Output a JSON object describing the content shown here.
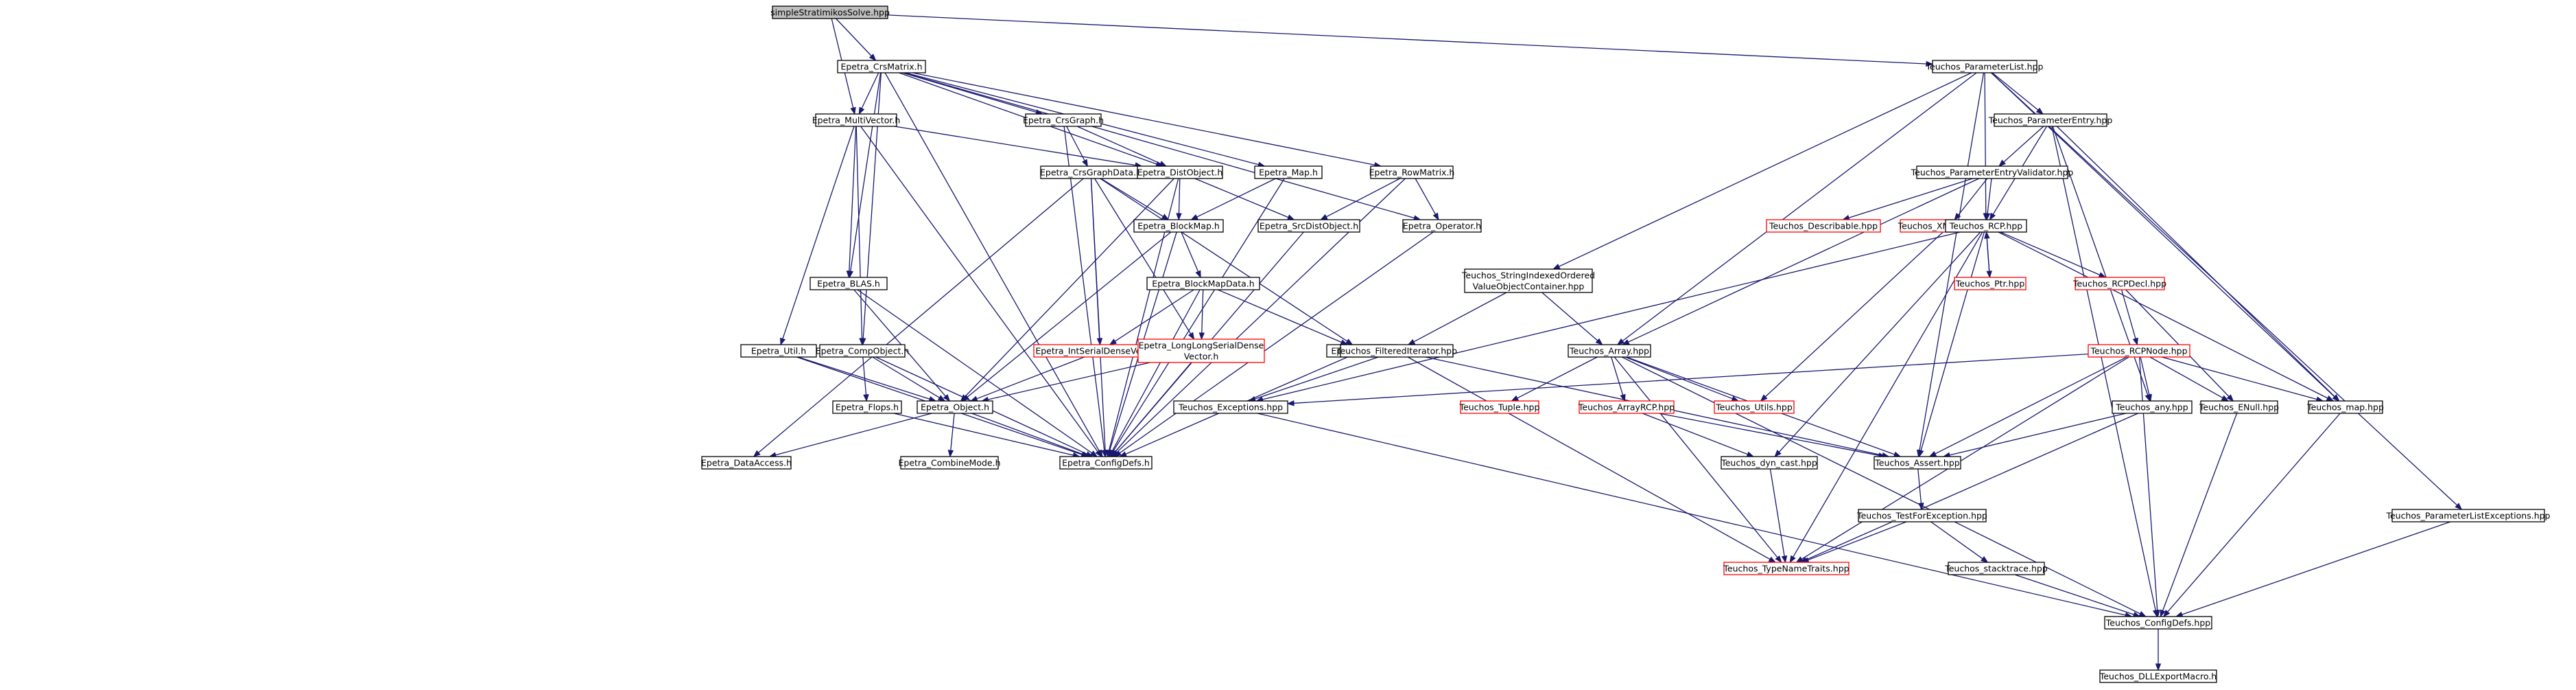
{
  "graph": {
    "nodes": [
      {
        "id": "root",
        "label": "simpleStratimikosSolve.hpp",
        "style": "root"
      },
      {
        "id": "crsmatrix",
        "label": "Epetra_CrsMatrix.h"
      },
      {
        "id": "paramlist",
        "label": "Teuchos_ParameterList.hpp"
      },
      {
        "id": "multivector",
        "label": "Epetra_MultiVector.h"
      },
      {
        "id": "crsgraph",
        "label": "Epetra_CrsGraph.h"
      },
      {
        "id": "crsgraphdata",
        "label": "Epetra_CrsGraphData.h"
      },
      {
        "id": "distobject",
        "label": "Epetra_DistObject.h"
      },
      {
        "id": "map",
        "label": "Epetra_Map.h"
      },
      {
        "id": "rowmatrix",
        "label": "Epetra_RowMatrix.h"
      },
      {
        "id": "blockmap",
        "label": "Epetra_BlockMap.h"
      },
      {
        "id": "srcdistobject",
        "label": "Epetra_SrcDistObject.h"
      },
      {
        "id": "operator",
        "label": "Epetra_Operator.h"
      },
      {
        "id": "blas",
        "label": "Epetra_BLAS.h"
      },
      {
        "id": "blockmapdata",
        "label": "Epetra_BlockMapData.h"
      },
      {
        "id": "util",
        "label": "Epetra_Util.h"
      },
      {
        "id": "compobject",
        "label": "Epetra_CompObject.h"
      },
      {
        "id": "intserial",
        "label": "Epetra_IntSerialDenseVector.h",
        "style": "red"
      },
      {
        "id": "longlong",
        "label": [
          "Epetra_LongLongSerialDense",
          "Vector.h"
        ],
        "style": "red"
      },
      {
        "id": "data",
        "label": "Epetra_Data.h"
      },
      {
        "id": "flops",
        "label": "Epetra_Flops.h"
      },
      {
        "id": "object",
        "label": "Epetra_Object.h"
      },
      {
        "id": "dataaccess",
        "label": "Epetra_DataAccess.h"
      },
      {
        "id": "combinemode",
        "label": "Epetra_CombineMode.h"
      },
      {
        "id": "configdefs_e",
        "label": "Epetra_ConfigDefs.h"
      },
      {
        "id": "paramentry",
        "label": "Teuchos_ParameterEntry.hpp"
      },
      {
        "id": "entryvalidator",
        "label": "Teuchos_ParameterEntryValidator.hpp"
      },
      {
        "id": "describable",
        "label": "Teuchos_Describable.hpp",
        "style": "red"
      },
      {
        "id": "xmlobject",
        "label": "Teuchos_XMLObject.hpp",
        "style": "red"
      },
      {
        "id": "rcp",
        "label": "Teuchos_RCP.hpp"
      },
      {
        "id": "stringindexed",
        "label": [
          "Teuchos_StringIndexedOrdered",
          "ValueObjectContainer.hpp"
        ]
      },
      {
        "id": "ptr",
        "label": "Teuchos_Ptr.hpp",
        "style": "red"
      },
      {
        "id": "rcpdecl",
        "label": "Teuchos_RCPDecl.hpp",
        "style": "red"
      },
      {
        "id": "filtered",
        "label": "Teuchos_FilteredIterator.hpp"
      },
      {
        "id": "array",
        "label": "Teuchos_Array.hpp"
      },
      {
        "id": "rcpnode",
        "label": "Teuchos_RCPNode.hpp",
        "style": "red"
      },
      {
        "id": "exceptions",
        "label": "Teuchos_Exceptions.hpp"
      },
      {
        "id": "tuple",
        "label": "Teuchos_Tuple.hpp",
        "style": "red"
      },
      {
        "id": "arrayrcp",
        "label": "Teuchos_ArrayRCP.hpp",
        "style": "red"
      },
      {
        "id": "utils",
        "label": "Teuchos_Utils.hpp",
        "style": "red"
      },
      {
        "id": "any",
        "label": "Teuchos_any.hpp"
      },
      {
        "id": "enull",
        "label": "Teuchos_ENull.hpp"
      },
      {
        "id": "tmap",
        "label": "Teuchos_map.hpp"
      },
      {
        "id": "dyncast",
        "label": "Teuchos_dyn_cast.hpp"
      },
      {
        "id": "assert",
        "label": "Teuchos_Assert.hpp"
      },
      {
        "id": "testforexc",
        "label": "Teuchos_TestForException.hpp"
      },
      {
        "id": "plexceptions",
        "label": "Teuchos_ParameterListExceptions.hpp"
      },
      {
        "id": "typenametraits",
        "label": "Teuchos_TypeNameTraits.hpp",
        "style": "red"
      },
      {
        "id": "stacktrace",
        "label": "Teuchos_stacktrace.hpp"
      },
      {
        "id": "configdefs_t",
        "label": "Teuchos_ConfigDefs.hpp"
      },
      {
        "id": "dllexport",
        "label": "Teuchos_DLLExportMacro.h"
      }
    ],
    "edges": [
      [
        "root",
        "crsmatrix"
      ],
      [
        "root",
        "paramlist"
      ],
      [
        "root",
        "multivector"
      ],
      [
        "crsmatrix",
        "multivector"
      ],
      [
        "crsmatrix",
        "crsgraph"
      ],
      [
        "crsmatrix",
        "distobject"
      ],
      [
        "crsmatrix",
        "map"
      ],
      [
        "crsmatrix",
        "rowmatrix"
      ],
      [
        "crsmatrix",
        "operator"
      ],
      [
        "crsmatrix",
        "blas"
      ],
      [
        "crsmatrix",
        "compobject"
      ],
      [
        "crsmatrix",
        "configdefs_e"
      ],
      [
        "multivector",
        "distobject"
      ],
      [
        "multivector",
        "blas"
      ],
      [
        "multivector",
        "util"
      ],
      [
        "multivector",
        "compobject"
      ],
      [
        "multivector",
        "configdefs_e"
      ],
      [
        "crsgraph",
        "crsgraphdata"
      ],
      [
        "crsgraph",
        "distobject"
      ],
      [
        "crsgraph",
        "configdefs_e"
      ],
      [
        "crsgraphdata",
        "blockmap"
      ],
      [
        "crsgraphdata",
        "intserial"
      ],
      [
        "crsgraphdata",
        "longlong"
      ],
      [
        "crsgraphdata",
        "data"
      ],
      [
        "crsgraphdata",
        "dataaccess"
      ],
      [
        "crsgraphdata",
        "configdefs_e"
      ],
      [
        "distobject",
        "blockmap"
      ],
      [
        "distobject",
        "srcdistobject"
      ],
      [
        "distobject",
        "object"
      ],
      [
        "distobject",
        "configdefs_e"
      ],
      [
        "map",
        "blockmap"
      ],
      [
        "map",
        "configdefs_e"
      ],
      [
        "rowmatrix",
        "srcdistobject"
      ],
      [
        "rowmatrix",
        "operator"
      ],
      [
        "rowmatrix",
        "configdefs_e"
      ],
      [
        "blockmap",
        "blockmapdata"
      ],
      [
        "blockmap",
        "object"
      ],
      [
        "blockmap",
        "configdefs_e"
      ],
      [
        "srcdistobject",
        "configdefs_e"
      ],
      [
        "operator",
        "configdefs_e"
      ],
      [
        "blas",
        "object"
      ],
      [
        "blas",
        "configdefs_e"
      ],
      [
        "blockmapdata",
        "intserial"
      ],
      [
        "blockmapdata",
        "longlong"
      ],
      [
        "blockmapdata",
        "data"
      ],
      [
        "blockmapdata",
        "configdefs_e"
      ],
      [
        "util",
        "object"
      ],
      [
        "util",
        "configdefs_e"
      ],
      [
        "compobject",
        "flops"
      ],
      [
        "compobject",
        "object"
      ],
      [
        "compobject",
        "configdefs_e"
      ],
      [
        "intserial",
        "object"
      ],
      [
        "longlong",
        "object"
      ],
      [
        "longlong",
        "configdefs_e"
      ],
      [
        "data",
        "configdefs_e"
      ],
      [
        "flops",
        "configdefs_e"
      ],
      [
        "object",
        "dataaccess"
      ],
      [
        "object",
        "combinemode"
      ],
      [
        "object",
        "configdefs_e"
      ],
      [
        "paramlist",
        "paramentry"
      ],
      [
        "paramlist",
        "rcp"
      ],
      [
        "paramlist",
        "stringindexed"
      ],
      [
        "paramlist",
        "array"
      ],
      [
        "paramlist",
        "tmap"
      ],
      [
        "paramlist",
        "assert"
      ],
      [
        "paramlist",
        "plexceptions"
      ],
      [
        "paramentry",
        "entryvalidator"
      ],
      [
        "paramentry",
        "rcp"
      ],
      [
        "paramentry",
        "any"
      ],
      [
        "paramentry",
        "tmap"
      ],
      [
        "paramentry",
        "configdefs_t"
      ],
      [
        "entryvalidator",
        "describable"
      ],
      [
        "entryvalidator",
        "xmlobject"
      ],
      [
        "entryvalidator",
        "rcp"
      ],
      [
        "entryvalidator",
        "array"
      ],
      [
        "xmlobject",
        "utils"
      ],
      [
        "rcp",
        "ptr"
      ],
      [
        "rcp",
        "rcpdecl"
      ],
      [
        "rcp",
        "assert"
      ],
      [
        "rcp",
        "exceptions"
      ],
      [
        "rcp",
        "dyncast"
      ],
      [
        "rcp",
        "tmap"
      ],
      [
        "rcp",
        "typenametraits"
      ],
      [
        "ptr",
        "rcp"
      ],
      [
        "rcpdecl",
        "rcpnode"
      ],
      [
        "rcpdecl",
        "enull"
      ],
      [
        "stringindexed",
        "filtered"
      ],
      [
        "stringindexed",
        "array"
      ],
      [
        "filtered",
        "exceptions"
      ],
      [
        "filtered",
        "assert"
      ],
      [
        "filtered",
        "typenametraits"
      ],
      [
        "array",
        "tuple"
      ],
      [
        "array",
        "arrayrcp"
      ],
      [
        "array",
        "utils"
      ],
      [
        "array",
        "assert"
      ],
      [
        "array",
        "typenametraits"
      ],
      [
        "array",
        "configdefs_t"
      ],
      [
        "rcpnode",
        "exceptions"
      ],
      [
        "rcpnode",
        "any"
      ],
      [
        "rcpnode",
        "enull"
      ],
      [
        "rcpnode",
        "tmap"
      ],
      [
        "rcpnode",
        "assert"
      ],
      [
        "rcpnode",
        "typenametraits"
      ],
      [
        "rcpnode",
        "configdefs_t"
      ],
      [
        "exceptions",
        "configdefs_t"
      ],
      [
        "arrayrcp",
        "dyncast"
      ],
      [
        "arrayrcp",
        "assert"
      ],
      [
        "any",
        "assert"
      ],
      [
        "any",
        "typenametraits"
      ],
      [
        "enull",
        "configdefs_t"
      ],
      [
        "tmap",
        "configdefs_t"
      ],
      [
        "dyncast",
        "typenametraits"
      ],
      [
        "assert",
        "testforexc"
      ],
      [
        "testforexc",
        "typenametraits"
      ],
      [
        "testforexc",
        "stacktrace"
      ],
      [
        "stacktrace",
        "configdefs_t"
      ],
      [
        "plexceptions",
        "configdefs_t"
      ],
      [
        "configdefs_t",
        "dllexport"
      ]
    ]
  }
}
